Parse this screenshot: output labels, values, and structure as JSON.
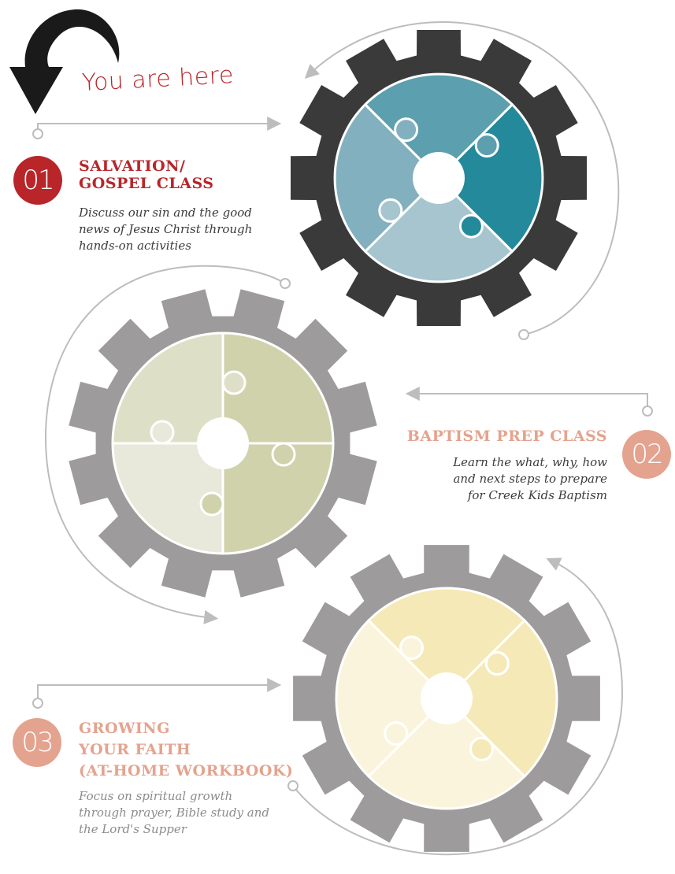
{
  "you_are_here": "You are here",
  "steps": [
    {
      "number": "01",
      "title_line1": "SALVATION/",
      "title_line2": "GOSPEL CLASS",
      "description": [
        "Discuss our sin and the good",
        "news of Jesus Christ through",
        "hands-on activities"
      ],
      "color": "#b8262a"
    },
    {
      "number": "02",
      "title_line1": "BAPTISM PREP CLASS",
      "description": [
        "Learn the what, why, how",
        "and next steps to prepare",
        "for Creek Kids Baptism"
      ],
      "color": "#e4a38e"
    },
    {
      "number": "03",
      "title_line1": "GROWING",
      "title_line2": "YOUR FAITH",
      "title_line3": "(AT-HOME WORKBOOK)",
      "description": [
        "Focus on spiritual growth",
        "through prayer, Bible study and",
        "the Lord's Supper"
      ],
      "color": "#e4a38e"
    }
  ],
  "gears": [
    {
      "name": "gear-1",
      "body": "#3a3a3a",
      "pieces": [
        "#24899a",
        "#a7c5cf",
        "#83b0be",
        "#5c9fae"
      ]
    },
    {
      "name": "gear-2",
      "body": "#9d9b9b",
      "pieces": [
        "#d0d2ac",
        "#d0d2ac",
        "#e8e9db",
        "#dde0c7"
      ]
    },
    {
      "name": "gear-3",
      "body": "#9d9b9b",
      "pieces": [
        "#f5e9b8",
        "#faf4dc",
        "#faf4dc",
        "#f5e9b8"
      ]
    }
  ]
}
